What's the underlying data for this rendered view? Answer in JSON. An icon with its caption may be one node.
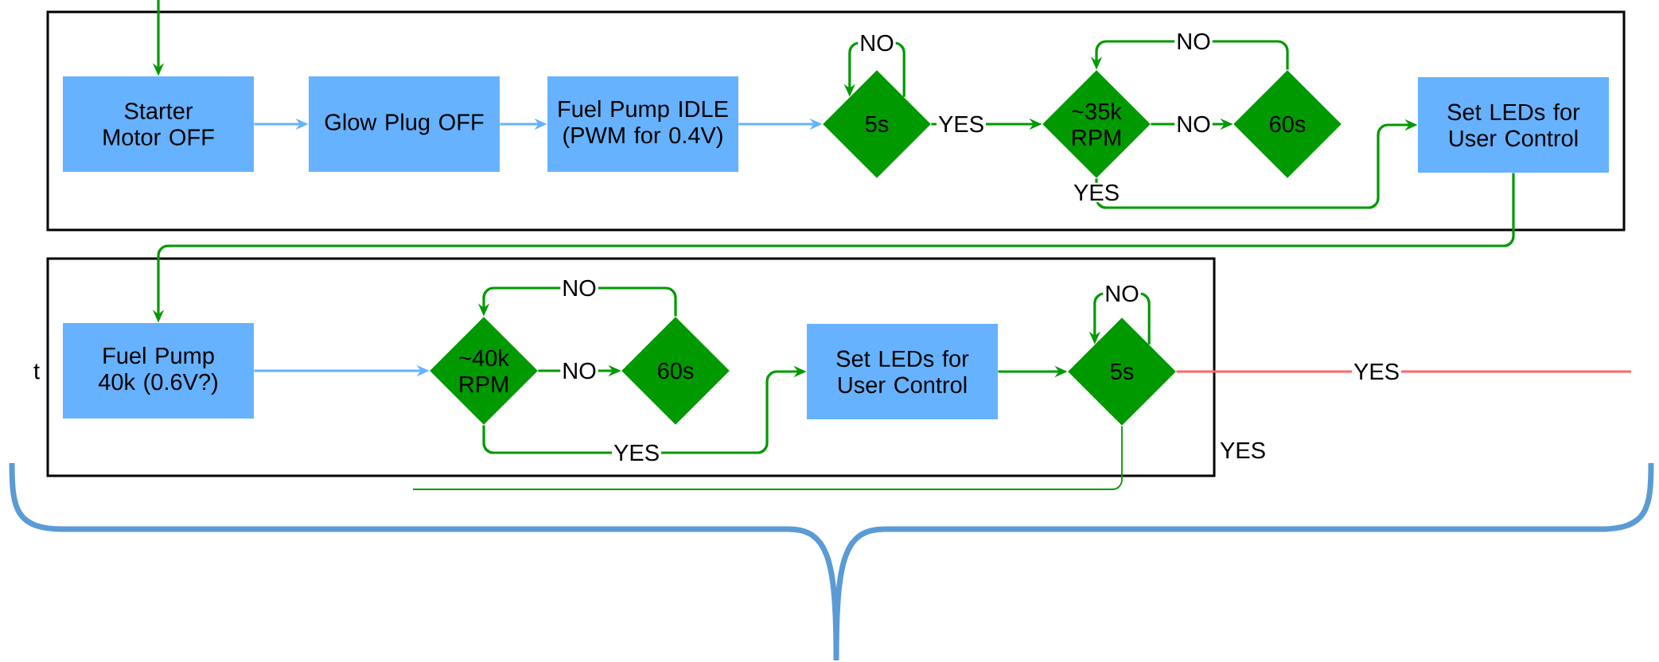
{
  "diagram": {
    "nodes": [
      {
        "text": [],
        "shape": "box"
      },
      {
        "text": [
          "Starter Motor OFF"
        ],
        "in": 0
      },
      {
        "text": [
          "Glow Plug OFF"
        ],
        "in": 0
      },
      {
        "text": [
          "Fuel Pump IDLE (PWM for 0.4V)"
        ],
        "in": 0
      },
      {
        "text": [
          "5s"
        ],
        "in": 0
      },
      {
        "text": [
          "~35k RPM"
        ],
        "in": 0
      },
      {
        "text": [
          "60s"
        ],
        "in": 0
      },
      {
        "text": [
          "Set LEDs for User Control"
        ],
        "in": 0
      },
      {
        "text": [],
        "shape": "box"
      },
      {
        "text": [
          "Fuel Pump 40k (0.6V?)"
        ],
        "in": 8
      },
      {
        "text": [
          "~40k RPM"
        ],
        "in": 8
      },
      {
        "text": [
          "60s"
        ],
        "in": 8
      },
      {
        "text": [
          "Set LEDs for User Control"
        ],
        "in": 8
      },
      {
        "text": [
          "5s"
        ],
        "in": 8
      }
    ],
    "edges": [
      {
        "from": null,
        "to": 1,
        "arrow": "to"
      },
      {
        "from": 1,
        "to": 2,
        "arrow": "to",
        "color": "#66b2ff"
      },
      {
        "from": 2,
        "to": 3,
        "arrow": "to",
        "color": "#66b2ff"
      },
      {
        "from": 3,
        "to": 4,
        "arrow": "to",
        "color": "#66b2ff"
      },
      {
        "from": 4,
        "to": 4,
        "arrow": "to",
        "label": "NO"
      },
      {
        "from": 4,
        "to": 5,
        "arrow": "to",
        "label": "YES"
      },
      {
        "from": 5,
        "to": 6,
        "arrow": "to",
        "label": "NO"
      },
      {
        "from": 6,
        "to": 5,
        "arrow": "to",
        "label": "NO"
      },
      {
        "from": 5,
        "to": 7,
        "arrow": "to",
        "label": "YES"
      },
      {
        "from": 7,
        "to": 9,
        "arrow": "to"
      },
      {
        "from": 9,
        "to": 10,
        "arrow": "to",
        "color": "#66b2ff"
      },
      {
        "from": 10,
        "to": 11,
        "arrow": "to",
        "label": "NO"
      },
      {
        "from": 11,
        "to": 10,
        "arrow": "to",
        "label": "NO"
      },
      {
        "from": 10,
        "to": 12,
        "arrow": "to",
        "label": "YES"
      },
      {
        "from": 12,
        "to": 13,
        "arrow": "to"
      },
      {
        "from": 13,
        "to": 13,
        "arrow": "to",
        "label": "NO"
      },
      {
        "from": 13,
        "to": null,
        "arrow": "none",
        "label": "YES",
        "color": "#ff6666"
      },
      {
        "from": 13,
        "to": null,
        "arrow": "none"
      }
    ],
    "labels": [
      "t",
      "YES"
    ]
  }
}
